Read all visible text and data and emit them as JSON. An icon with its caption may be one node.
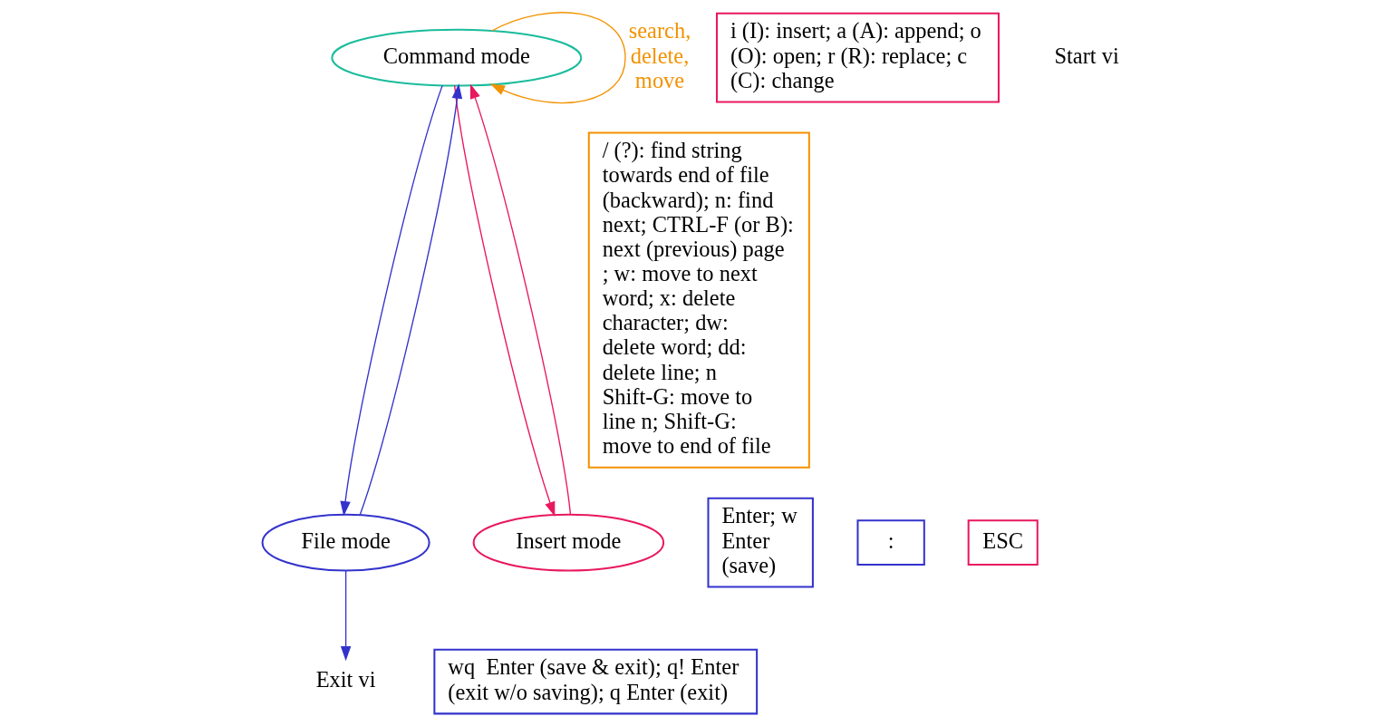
{
  "diagram": {
    "nodes": [
      {
        "text": [
          "Command mode"
        ]
      },
      {
        "text": [
          "File mode"
        ]
      },
      {
        "text": [
          "Insert mode"
        ]
      },
      {
        "text": [
          "Exit vi"
        ]
      },
      {
        "text": [
          "/ (?): find string towards end of file (backward); n: find next; CTRL-F (or B): next (previous) page ; w: move to next word; x: delete character; dw: delete word; dd: delete line; n Shift-G: move to line n; Shift-G: move to end of file"
        ]
      },
      {
        "text": [
          "Enter; w Enter (save)"
        ]
      },
      {
        "text": [
          ":"
        ]
      },
      {
        "text": [
          "ESC"
        ]
      },
      {
        "text": [
          "i (I): insert; a (A): append; o (O): open; r (R): replace; c (C): change"
        ]
      },
      {
        "text": [
          "wq  Enter (save & exit); q! Enter (exit w/o saving); q Enter (exit)"
        ]
      }
    ],
    "edges": [
      {
        "from": 0,
        "to": 0,
        "arrow": "to",
        "label": "search, delete, move",
        "color": "#f39200"
      },
      {
        "from": 1,
        "to": 0,
        "arrow": "to"
      },
      {
        "from": 0,
        "to": 1,
        "arrow": "to"
      },
      {
        "from": 2,
        "to": 0,
        "arrow": "to",
        "color": "#e8185f"
      },
      {
        "from": 0,
        "to": 2,
        "arrow": "to",
        "color": "#e8185f"
      },
      {
        "from": 1,
        "to": 3,
        "arrow": "to"
      }
    ],
    "labels": [
      "Start vi"
    ]
  }
}
